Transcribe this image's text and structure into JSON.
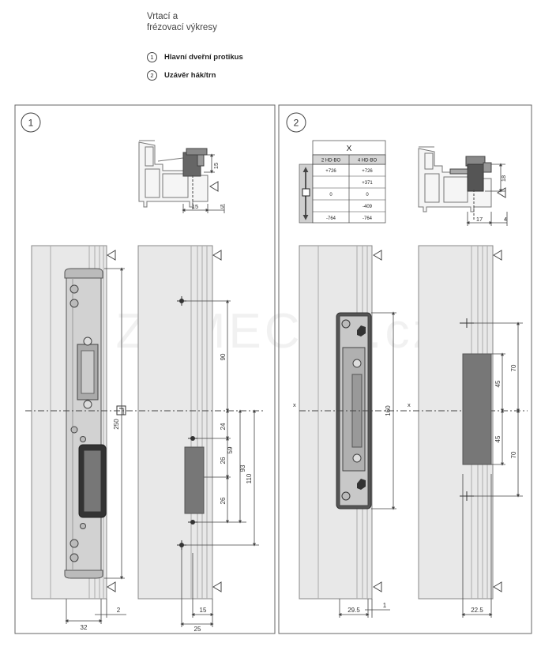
{
  "title": "Vrtací a\nfrézovací výkresy",
  "legend": [
    {
      "num": "1",
      "label": "Hlavní dveřní protikus"
    },
    {
      "num": "2",
      "label": "Uzávěr hák/trn"
    }
  ],
  "panel1": {
    "number": "1",
    "dims": {
      "profile_w1": "15",
      "profile_w2": "5",
      "profile_h": "15",
      "strike_len": "250",
      "d90": "90",
      "d24": "24",
      "d26a": "26",
      "d59": "59",
      "d26b": "26",
      "d93": "93",
      "d110": "110",
      "bottom_left": "32",
      "bottom_gap": "2",
      "bottom_b1": "15",
      "bottom_b2": "25"
    }
  },
  "panel2": {
    "number": "2",
    "table": {
      "header": "X",
      "cols": [
        "2 HD-BO",
        "4 HD-BO"
      ],
      "rows": [
        [
          "+726",
          "+726"
        ],
        [
          "",
          "+371"
        ],
        [
          "0",
          "0"
        ],
        [
          "",
          "-409"
        ],
        [
          "-764",
          "-764"
        ]
      ]
    },
    "dims": {
      "profile_h": "18",
      "profile_w1": "17",
      "profile_w2": "4",
      "strike_len": "160",
      "d70a": "70",
      "d45a": "45",
      "d45b": "45",
      "d70b": "70",
      "bottom_left": "29.5",
      "bottom_gap": "1",
      "bottom_right": "22.5",
      "axis_mark": "x"
    }
  },
  "watermark": "ZAMECKY.cz"
}
